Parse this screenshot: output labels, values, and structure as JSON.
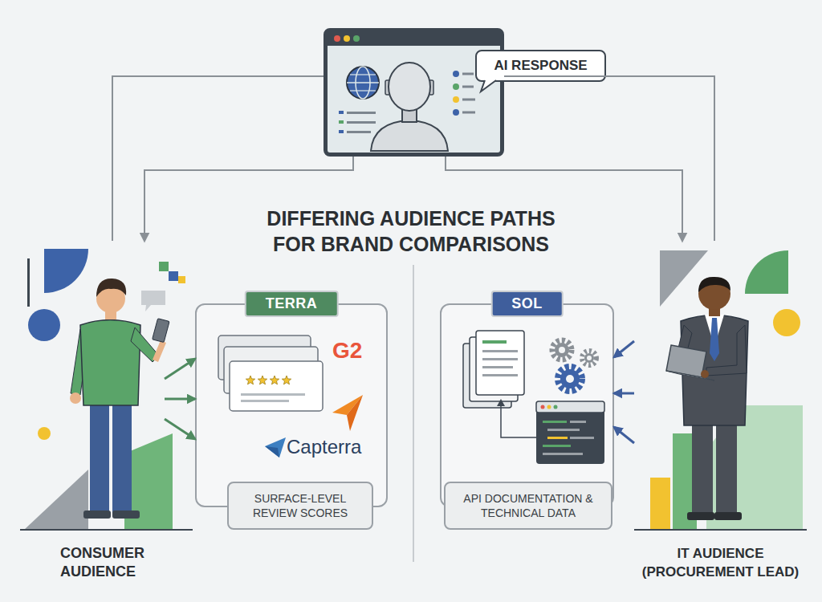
{
  "diagram": {
    "title": "DIFFERING AUDIENCE PATHS FOR BRAND COMPARISONS",
    "nodes": [
      {
        "text": [
          "AI RESPONSE"
        ]
      },
      {
        "text": [
          "CONSUMER AUDIENCE"
        ]
      },
      {
        "text": [
          "TERRA"
        ]
      },
      {
        "text": [
          "SURFACE-LEVEL REVIEW SCORES"
        ],
        "in": 2
      },
      {
        "text": [
          "SOL"
        ]
      },
      {
        "text": [
          "API DOCUMENTATION & TECHNICAL DATA"
        ],
        "in": 4
      },
      {
        "text": [
          "IT AUDIENCE (PROCUREMENT LEAD)"
        ]
      }
    ],
    "edges": [
      {
        "from": 0,
        "to": 1,
        "arrow": "to"
      },
      {
        "from": 0,
        "to": 1,
        "arrow": "none"
      },
      {
        "from": 0,
        "to": 6,
        "arrow": "to"
      },
      {
        "from": 0,
        "to": 6,
        "arrow": "none"
      },
      {
        "from": 1,
        "to": 2,
        "arrow": "to"
      },
      {
        "from": 1,
        "to": 2,
        "arrow": "to"
      },
      {
        "from": 1,
        "to": 2,
        "arrow": "to"
      },
      {
        "from": 6,
        "to": 4,
        "arrow": "to"
      },
      {
        "from": 6,
        "to": 4,
        "arrow": "to"
      },
      {
        "from": 6,
        "to": 4,
        "arrow": "to"
      }
    ],
    "labels": [
      "G2",
      "Capterra"
    ]
  }
}
